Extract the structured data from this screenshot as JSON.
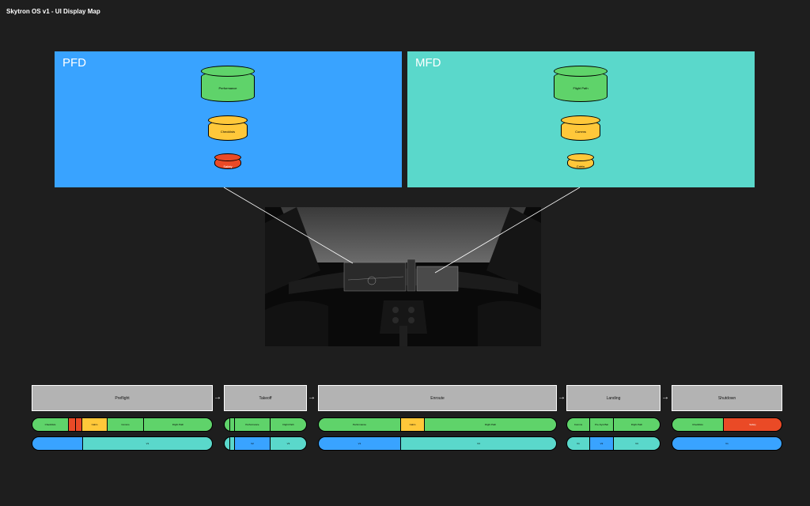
{
  "title": "Skytron OS v1 - UI Display Map",
  "pfd": {
    "label": "PFD",
    "cylinders": [
      "Performance",
      "Checklists",
      "Safety"
    ]
  },
  "mfd": {
    "label": "MFD",
    "cylinders": [
      "Flight Path",
      "Comms",
      "Cabin"
    ]
  },
  "phases": [
    "Preflight",
    "Takeoff",
    "Enroute",
    "Landing",
    "Shutdown"
  ],
  "rows": {
    "preflight_top": [
      "Checklists",
      "",
      "",
      "Cabin",
      "Comms",
      "Flight Path"
    ],
    "preflight_bottom": [
      "",
      "V1"
    ],
    "takeoff_top": [
      "",
      "",
      "Performance",
      "Flight Path"
    ],
    "takeoff_bottom": [
      "",
      "",
      "V2",
      "V3"
    ],
    "enroute_top": [
      "Performance",
      "Cabin",
      "Flight Path"
    ],
    "enroute_bottom": [
      "V1",
      "V3"
    ],
    "landing_top": [
      "Comms",
      "Pre-Syst Bal",
      "Flight Path"
    ],
    "landing_bottom": [
      "V1",
      "V2",
      "V3"
    ],
    "shutdown_top": [
      "Checklists",
      "Safety"
    ],
    "shutdown_bottom": [
      "V1"
    ]
  },
  "colors": {
    "background": "#1e1e1e",
    "pfd": "#39a3ff",
    "mfd": "#5ad8cb",
    "green": "#5fd36a",
    "yellow": "#ffc83a",
    "red": "#ea4a26",
    "phase_box": "#b3b3b3"
  }
}
